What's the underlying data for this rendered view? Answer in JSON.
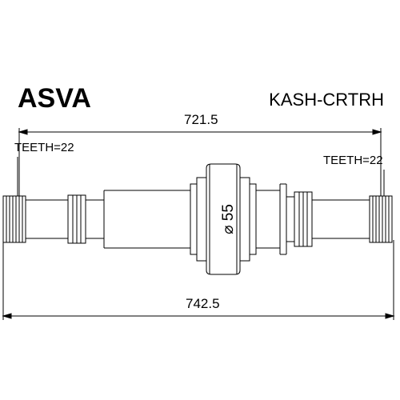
{
  "brand": "ASVA",
  "part_number": "KASH-CRTRH",
  "dimensions": {
    "top_length": "721.5",
    "bottom_length": "742.5",
    "diameter": "⌀ 55"
  },
  "splines": {
    "left_teeth": "TEETH=22",
    "right_teeth": "TEETH=22"
  }
}
